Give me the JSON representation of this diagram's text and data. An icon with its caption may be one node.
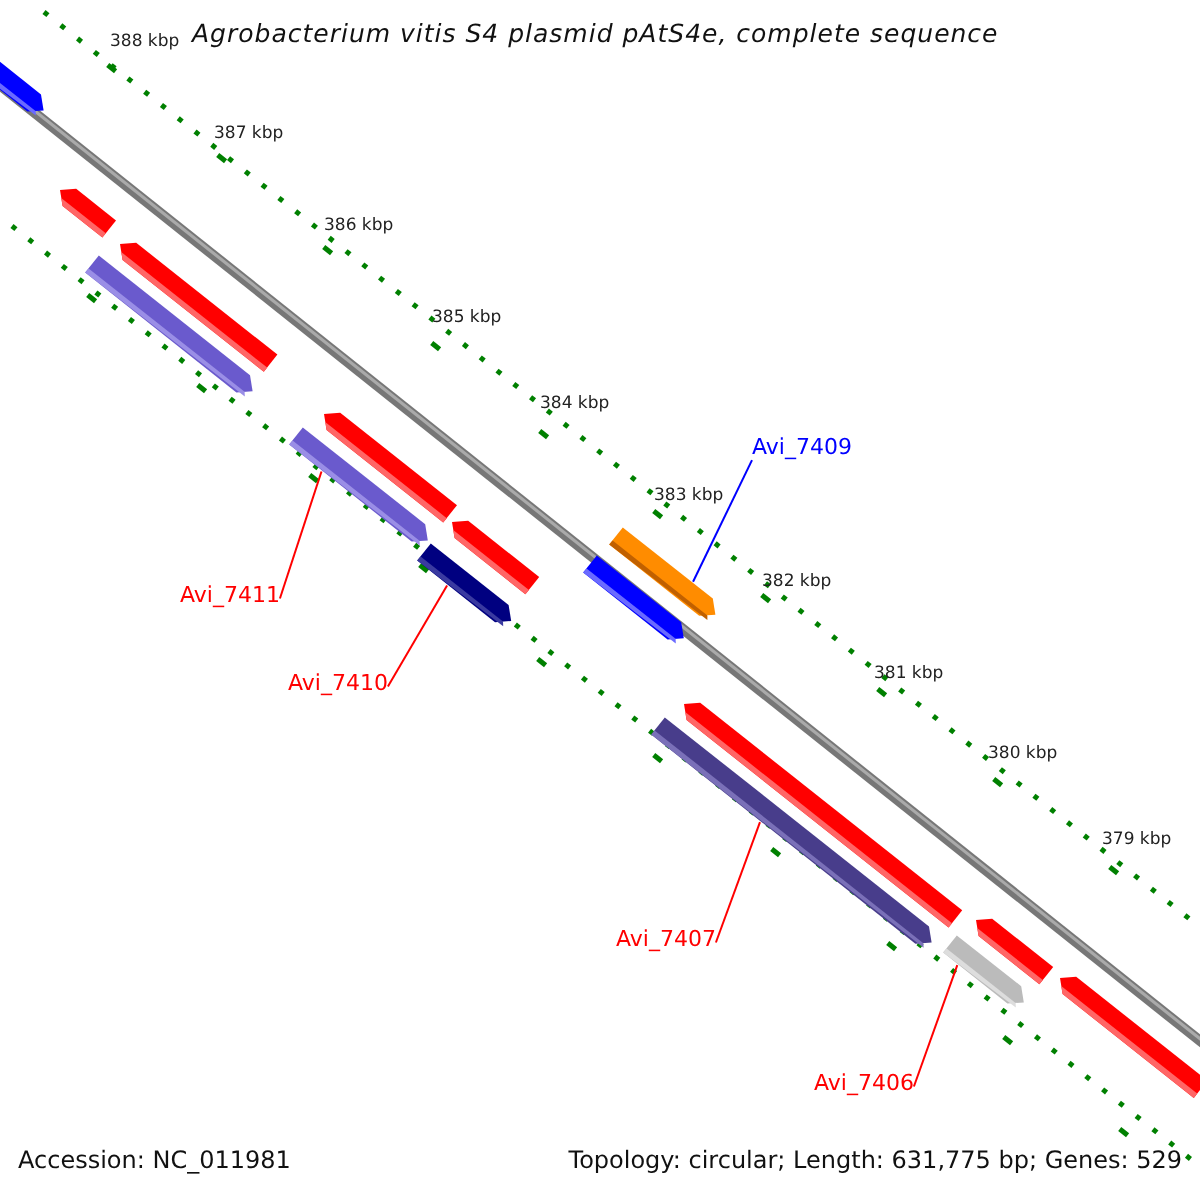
{
  "diagram": {
    "title": "Agrobacterium vitis S4 plasmid pAtS4e, complete sequence",
    "nodes": [
      {
        "text": [
          "Avi_7409"
        ]
      },
      {
        "text": [
          "Avi_7411"
        ]
      },
      {
        "text": [
          "Avi_7410"
        ]
      },
      {
        "text": [
          "Avi_7407"
        ]
      },
      {
        "text": [
          "Avi_7406"
        ]
      },
      {
        "text": [],
        "shape": "bar"
      },
      {
        "text": [],
        "shape": "bar"
      },
      {
        "text": [],
        "shape": "bar"
      },
      {
        "text": [],
        "shape": "bar"
      },
      {
        "text": [],
        "shape": "bar"
      }
    ],
    "edges": [
      {
        "from": 0,
        "to": 5,
        "arrow": "none",
        "color": "#0000ff"
      },
      {
        "from": 1,
        "to": 6,
        "arrow": "none"
      },
      {
        "from": 2,
        "to": 7,
        "arrow": "none"
      },
      {
        "from": 3,
        "to": 8,
        "arrow": "none"
      },
      {
        "from": 4,
        "to": 9,
        "arrow": "none"
      }
    ],
    "labels": [
      "388 kbp",
      "387 kbp",
      "386 kbp",
      "385 kbp",
      "384 kbp",
      "383 kbp",
      "382 kbp",
      "381 kbp",
      "380 kbp",
      "379 kbp",
      "Accession: NC_011981",
      "Topology: circular; Length: 631,775 bp; Genes: 529"
    ]
  }
}
